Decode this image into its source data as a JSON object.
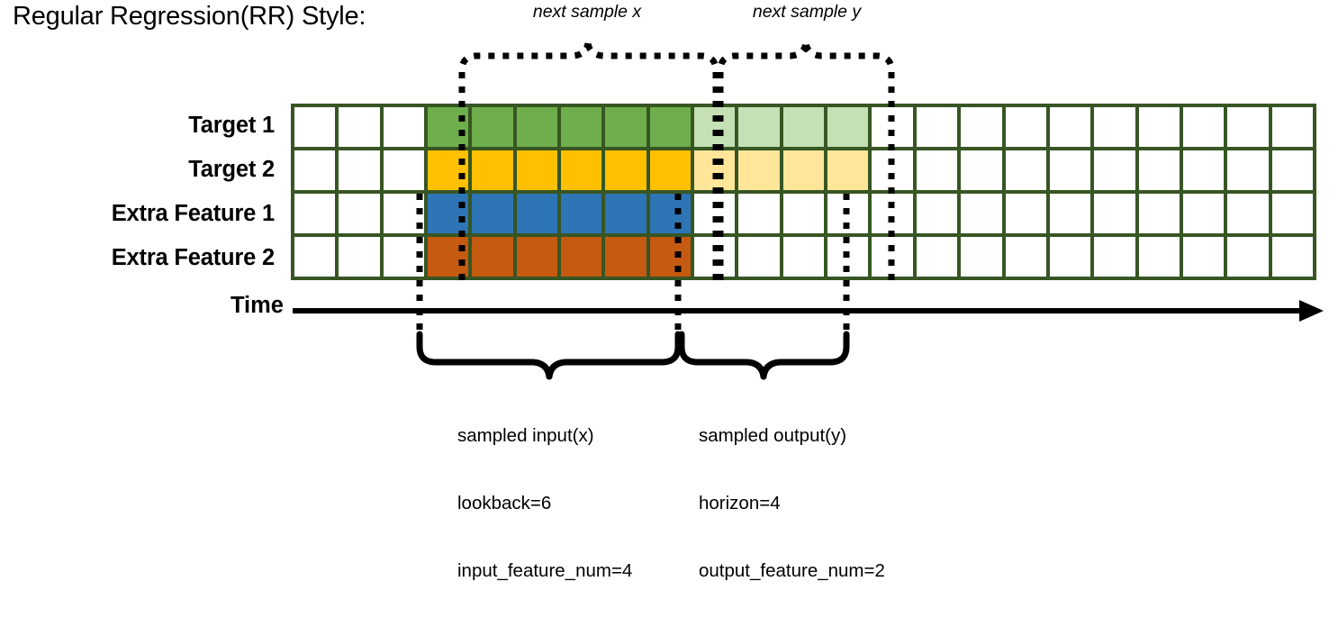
{
  "title": "Regular Regression(RR) Style:",
  "top_annotations": {
    "next_sample_x": "next sample x",
    "next_sample_y": "next sample y"
  },
  "rows": [
    {
      "label": "Target 1",
      "fill": "#6FAE4C",
      "faded": "#C5E0B4"
    },
    {
      "label": "Target 2",
      "fill": "#FFC000",
      "faded": "#FFE699"
    },
    {
      "label": "Extra Feature 1",
      "fill": "#2E75B6",
      "faded": null
    },
    {
      "label": "Extra Feature 2",
      "fill": "#C55A11",
      "faded": null
    }
  ],
  "grid": {
    "total_columns": 23,
    "leading_blank_columns": 3,
    "input_columns": 6,
    "output_columns": 4,
    "trailing_blank_columns": 10,
    "border_color": "#375623",
    "empty_cell_color": "#ffffff"
  },
  "time_axis": {
    "label": "Time"
  },
  "captions": {
    "input": {
      "line1": "sampled input(x)",
      "line2": "lookback=6",
      "line3": "input_feature_num=4"
    },
    "output": {
      "line1": "sampled output(y)",
      "line2": "horizon=4",
      "line3": "output_feature_num=2"
    }
  },
  "chart_data": {
    "type": "heatmap",
    "title": "Regular Regression(RR) Style:",
    "categories": [
      "Target 1",
      "Target 2",
      "Extra Feature 1",
      "Extra Feature 2"
    ],
    "xlabel": "Time",
    "ylabel": "",
    "grid": true,
    "legend_position": "none",
    "columns": 23,
    "annotations": [
      "next sample x",
      "next sample y",
      "sampled input(x)",
      "lookback=6",
      "input_feature_num=4",
      "sampled output(y)",
      "horizon=4",
      "output_feature_num=2"
    ],
    "series": [
      {
        "name": "Target 1",
        "values": [
          0,
          0,
          0,
          1,
          1,
          1,
          1,
          1,
          1,
          0.4,
          0.4,
          0.4,
          0.4,
          0,
          0,
          0,
          0,
          0,
          0,
          0,
          0,
          0,
          0
        ]
      },
      {
        "name": "Target 2",
        "values": [
          0,
          0,
          0,
          1,
          1,
          1,
          1,
          1,
          1,
          0.4,
          0.4,
          0.4,
          0.4,
          0,
          0,
          0,
          0,
          0,
          0,
          0,
          0,
          0,
          0
        ]
      },
      {
        "name": "Extra Feature 1",
        "values": [
          0,
          0,
          0,
          1,
          1,
          1,
          1,
          1,
          1,
          0,
          0,
          0,
          0,
          0,
          0,
          0,
          0,
          0,
          0,
          0,
          0,
          0,
          0
        ]
      },
      {
        "name": "Extra Feature 2",
        "values": [
          0,
          0,
          0,
          1,
          1,
          1,
          1,
          1,
          1,
          0,
          0,
          0,
          0,
          0,
          0,
          0,
          0,
          0,
          0,
          0,
          0,
          0,
          0
        ]
      }
    ]
  }
}
